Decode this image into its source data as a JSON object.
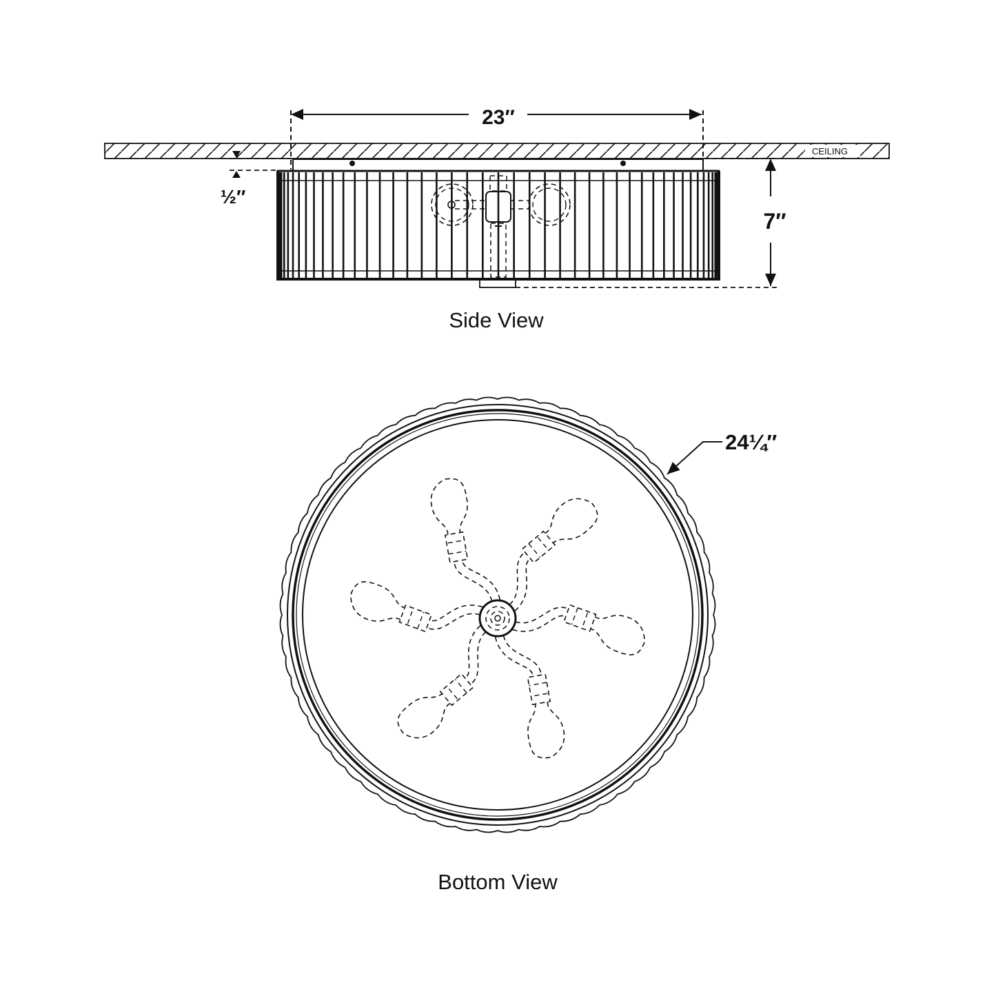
{
  "side_view": {
    "title": "Side View",
    "ceiling_label": "CEILING",
    "width_dimension": "23″",
    "height_dimension": "7″",
    "canopy_gap_dimension": "½″"
  },
  "bottom_view": {
    "title": "Bottom View",
    "diameter_dimension": "24¼″",
    "bulb_count": 6
  },
  "colors": {
    "line": "#111111",
    "background": "#ffffff"
  }
}
